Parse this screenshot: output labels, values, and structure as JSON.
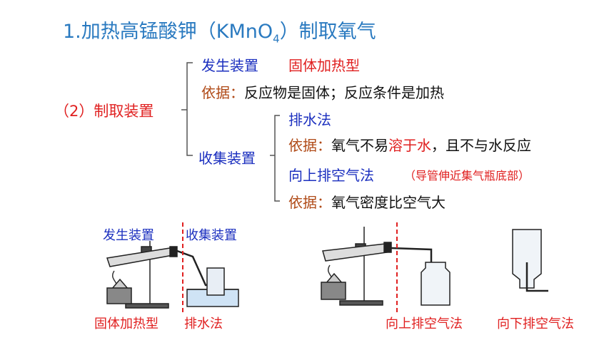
{
  "title": {
    "main": "1.加热高锰酸钾（KMnO",
    "sub": "4",
    "tail": "）制取氧气"
  },
  "section": {
    "label": "（2）制取装置"
  },
  "generator": {
    "label": "发生装置",
    "type": "固体加热型",
    "basis_label": "依据：",
    "basis_text": "反应物是固体；反应条件是加热"
  },
  "collector": {
    "label": "收集装置",
    "method1": "排水法",
    "basis1_label": "依据：",
    "basis1_a": "氧气不易",
    "basis1_b": "溶于水",
    "basis1_c": "，且不与水反应",
    "method2": "向上排空气法",
    "method2_note": "（导管伸近集气瓶底部）",
    "basis2_label": "依据：",
    "basis2_text": "氧气密度比空气大"
  },
  "figure": {
    "gen_label": "发生装置",
    "col_label": "收集装置",
    "cap1": "固体加热型",
    "cap2": "排水法",
    "cap3": "向上排空气法",
    "cap4": "向下排空气法"
  }
}
